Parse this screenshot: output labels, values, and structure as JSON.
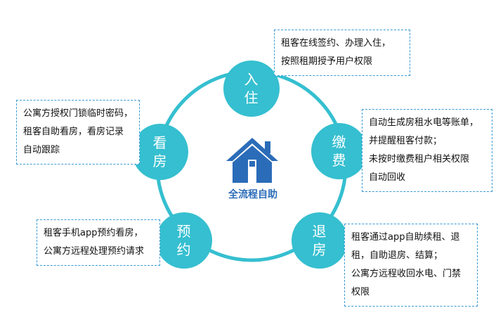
{
  "center": {
    "title": "全流程自助",
    "icon": "house-icon"
  },
  "colors": {
    "node": "#35bfd0",
    "ring": "#35bfd0",
    "note_border": "#3a9bd6",
    "house": "#2b6cb8",
    "title": "#2b6cb8"
  },
  "nodes": [
    {
      "id": "checkin",
      "label": "入\n住",
      "note": "租客在线签约、办理入住，\n按照租期授予用户权限"
    },
    {
      "id": "payment",
      "label": "缴\n费",
      "note": "自动生成房租水电等账单，\n并提醒租客付款；\n未按时缴费租户相关权限\n自动回收"
    },
    {
      "id": "checkout",
      "label": "退\n房",
      "note": "租客通过app自助续租、退\n租，自助退房、结算；\n公寓方远程收回水电、门禁\n权限"
    },
    {
      "id": "booking",
      "label": "预\n约",
      "note": "租客手机app预约看房，\n公寓方远程处理预约请求"
    },
    {
      "id": "viewing",
      "label": "看\n房",
      "note": "公寓方授权门锁临时密码，\n租客自助看房，看房记录\n自动跟踪"
    }
  ]
}
